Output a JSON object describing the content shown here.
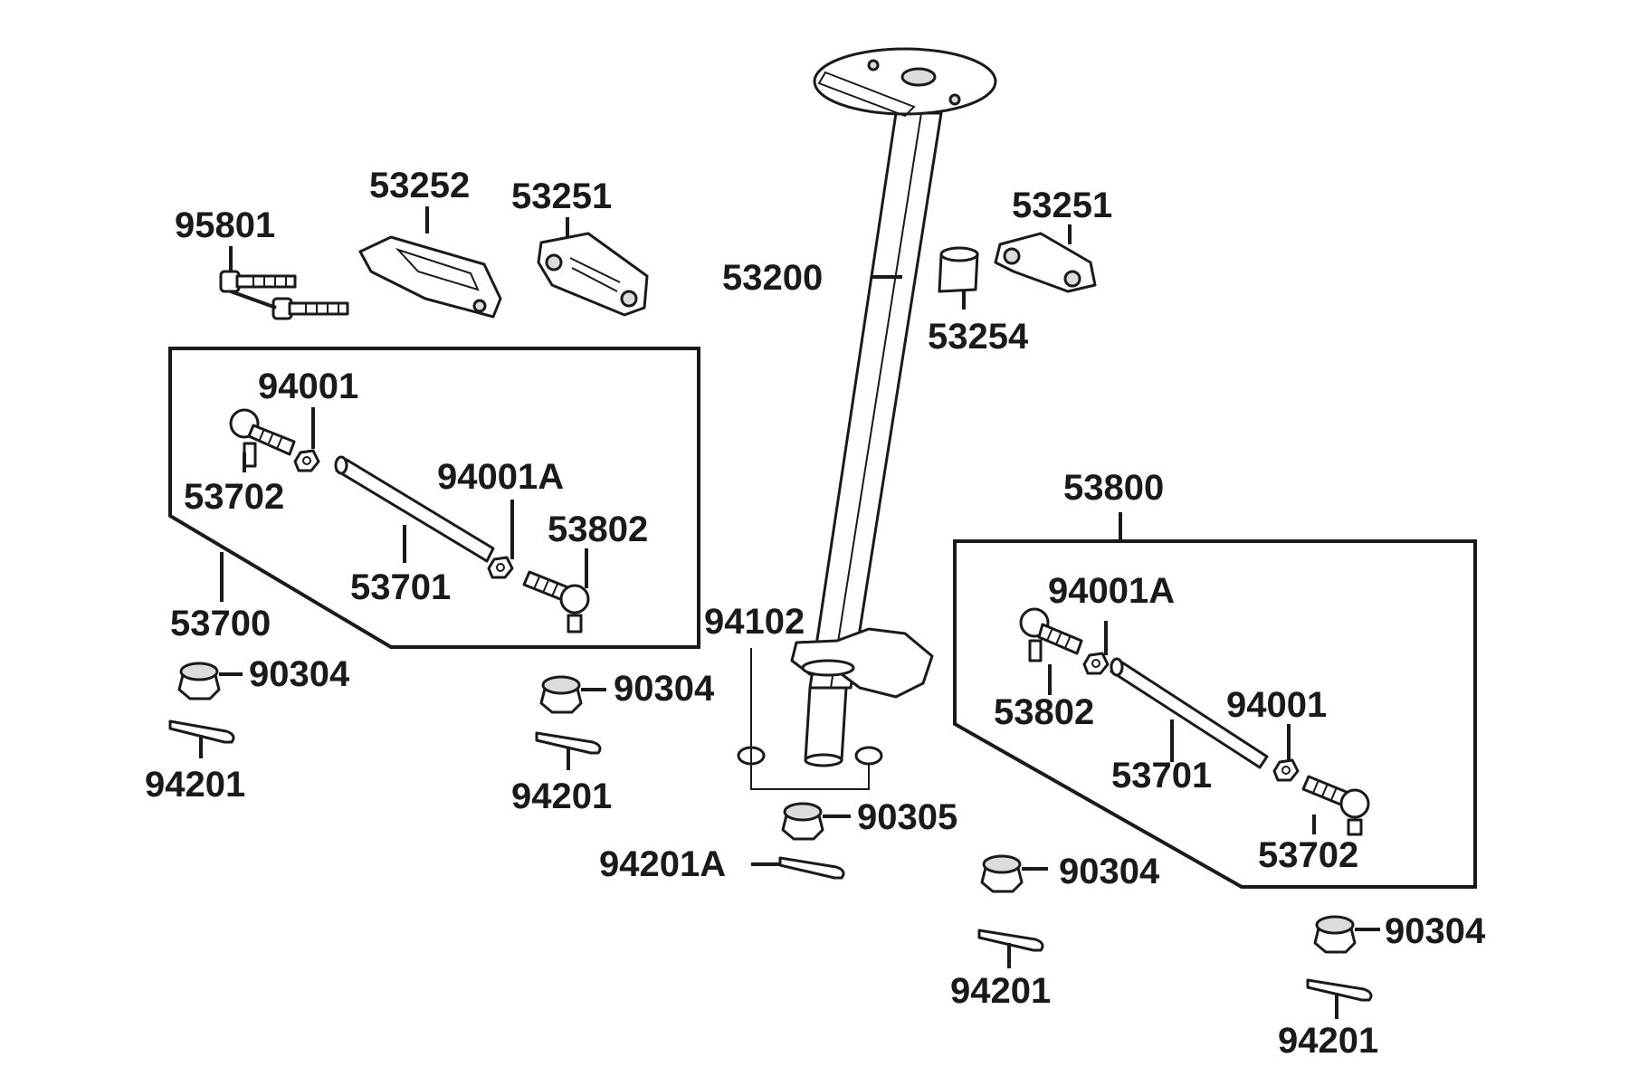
{
  "labels": {
    "p95801": "95801",
    "p53252": "53252",
    "p53251_left": "53251",
    "p53251_right": "53251",
    "p53200": "53200",
    "p53254": "53254",
    "p94001_left": "94001",
    "p53702_left": "53702",
    "p94001A_left": "94001A",
    "p53802_left": "53802",
    "p53701_left": "53701",
    "p53700": "53700",
    "p90304_a": "90304",
    "p94201_a": "94201",
    "p90304_b": "90304",
    "p94201_b": "94201",
    "p94102": "94102",
    "p90305": "90305",
    "p94201A": "94201A",
    "p53800": "53800",
    "p94001A_right": "94001A",
    "p53802_right": "53802",
    "p94001_right": "94001",
    "p53701_right": "53701",
    "p53702_right": "53702",
    "p90304_c": "90304",
    "p94201_c": "94201",
    "p90304_d": "90304",
    "p94201_d": "94201"
  },
  "colors": {
    "ink": "#1a1a1a",
    "paper": "#ffffff",
    "shade": "#dcdcdc"
  }
}
